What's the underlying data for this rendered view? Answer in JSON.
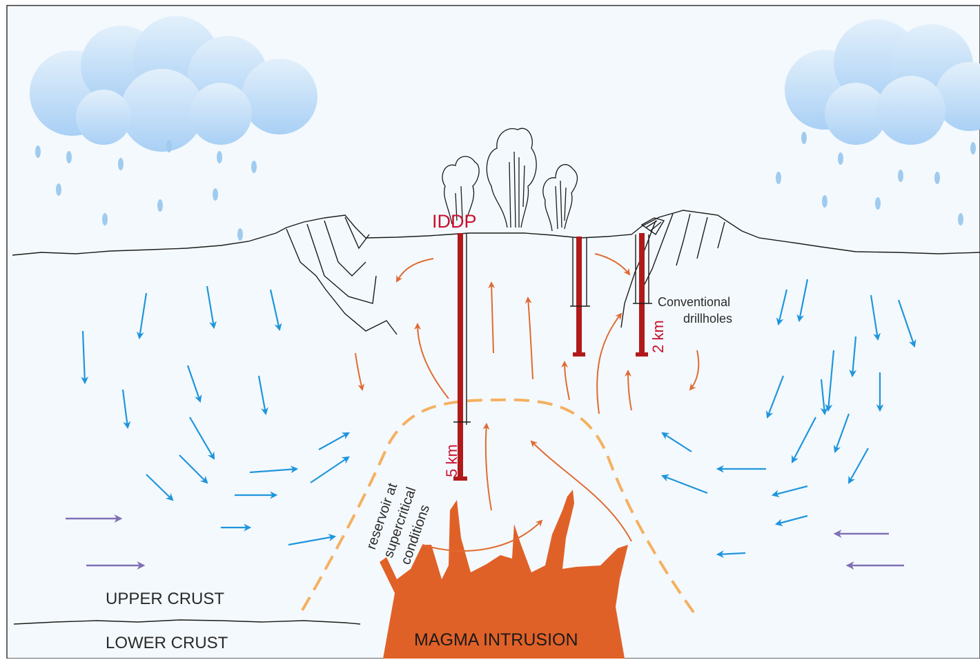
{
  "labels": {
    "iddp": "IDDP",
    "conventional_line1": "Conventional",
    "conventional_line2": "drillholes",
    "depth_2km": "2 km",
    "depth_5km": "5 km",
    "reservoir_line1": "reservoir at",
    "reservoir_line2": "supercritical",
    "reservoir_line3": "conditions",
    "upper_crust": "UPPER CRUST",
    "lower_crust": "LOWER CRUST",
    "magma_intrusion": "MAGMA INTRUSION"
  },
  "colors": {
    "background": "#f4f9fd",
    "cloud": "#a9d0f5",
    "rain": "#9fcbef",
    "cold_water_arrow": "#1e95dd",
    "regional_flow_arrow": "#8070b6",
    "hot_fluid_arrow": "#e06a32",
    "magma": "#e06128",
    "reservoir_boundary": "#f5b060",
    "drillhole": "#b01a1a",
    "label_red": "#c8102e",
    "outline": "#1a1a1a"
  },
  "icons": {
    "clouds": "rain-cloud-icon",
    "steam": "steam-plume-icon",
    "drillhole": "drillhole-icon"
  }
}
